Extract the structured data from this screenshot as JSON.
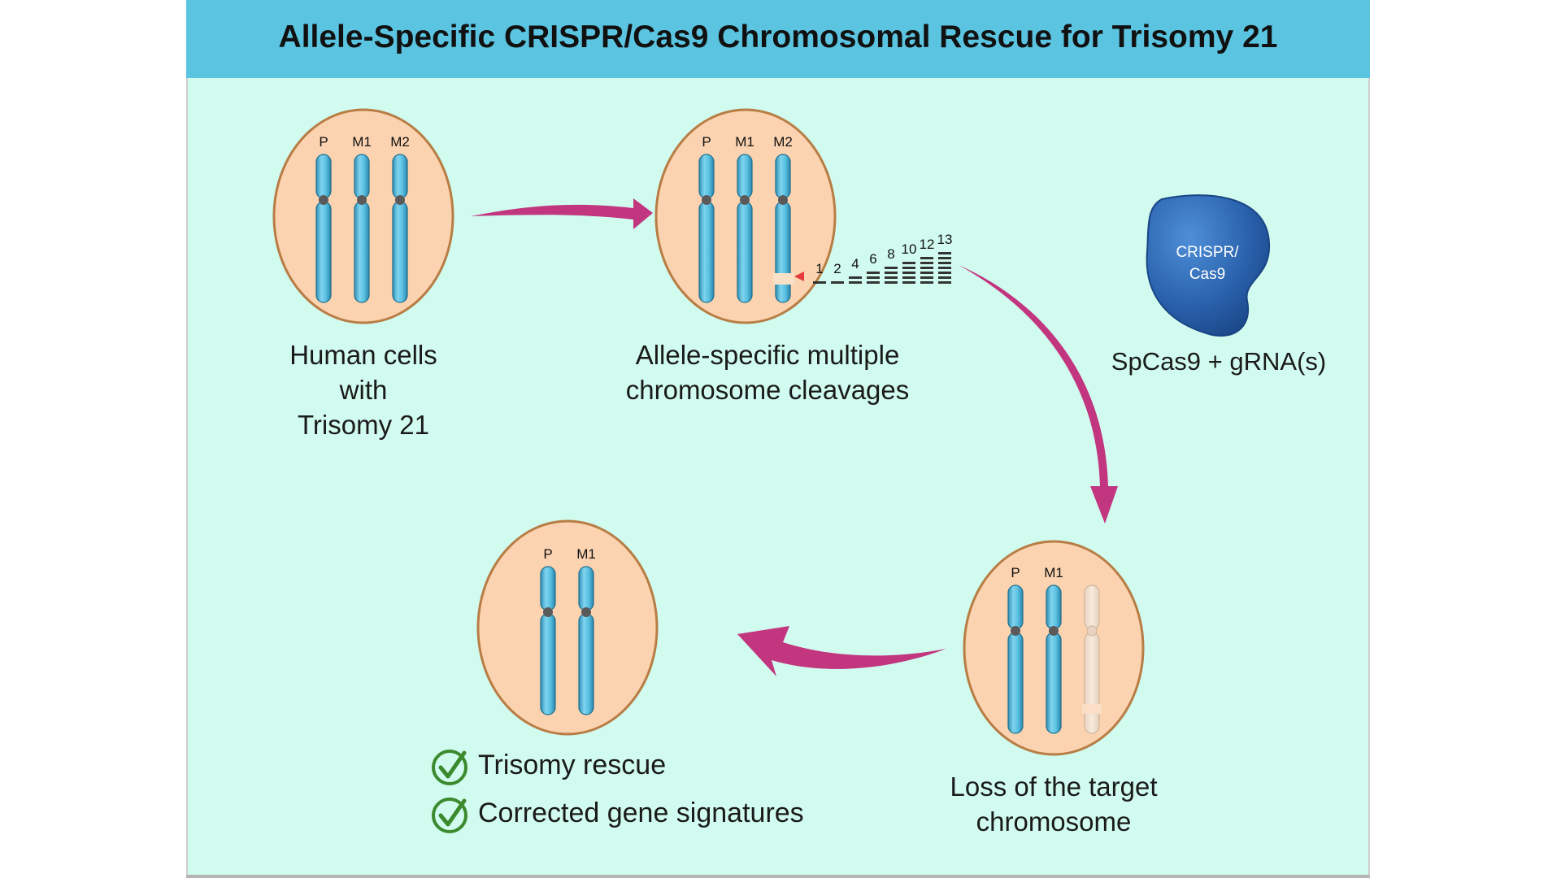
{
  "title": "Allele-Specific CRISPR/Cas9 Chromosomal Rescue for Trisomy 21",
  "chromosome_labels": {
    "paternal": "P",
    "maternal_1": "M1",
    "maternal_2": "M2"
  },
  "steps": {
    "human_cells": {
      "line1": "Human cells",
      "line2": "with",
      "line3": "Trisomy 21"
    },
    "cleavage": {
      "line1": "Allele-specific multiple",
      "line2": "chromosome cleavages"
    },
    "loss": {
      "line1": "Loss of the target",
      "line2": "chromosome"
    }
  },
  "cas9": {
    "label_line1": "CRISPR/",
    "label_line2": "Cas9",
    "caption": "SpCas9 + gRNA(s)"
  },
  "cleavage_counts": [
    "1",
    "2",
    "4",
    "6",
    "8",
    "10",
    "12",
    "13"
  ],
  "outcomes": [
    "Trisomy rescue",
    "Corrected gene signatures"
  ],
  "colors": {
    "header": "#5bc4e1",
    "background": "#d1fbef",
    "cell_fill": "#fbd3b0",
    "cell_border": "#b87d44",
    "chromosome": "#4eb3d6",
    "arrow": "#c2357f",
    "cas9": "#2a66b0",
    "check": "#3c8a2e",
    "cut_marker": "#e53b3b"
  }
}
